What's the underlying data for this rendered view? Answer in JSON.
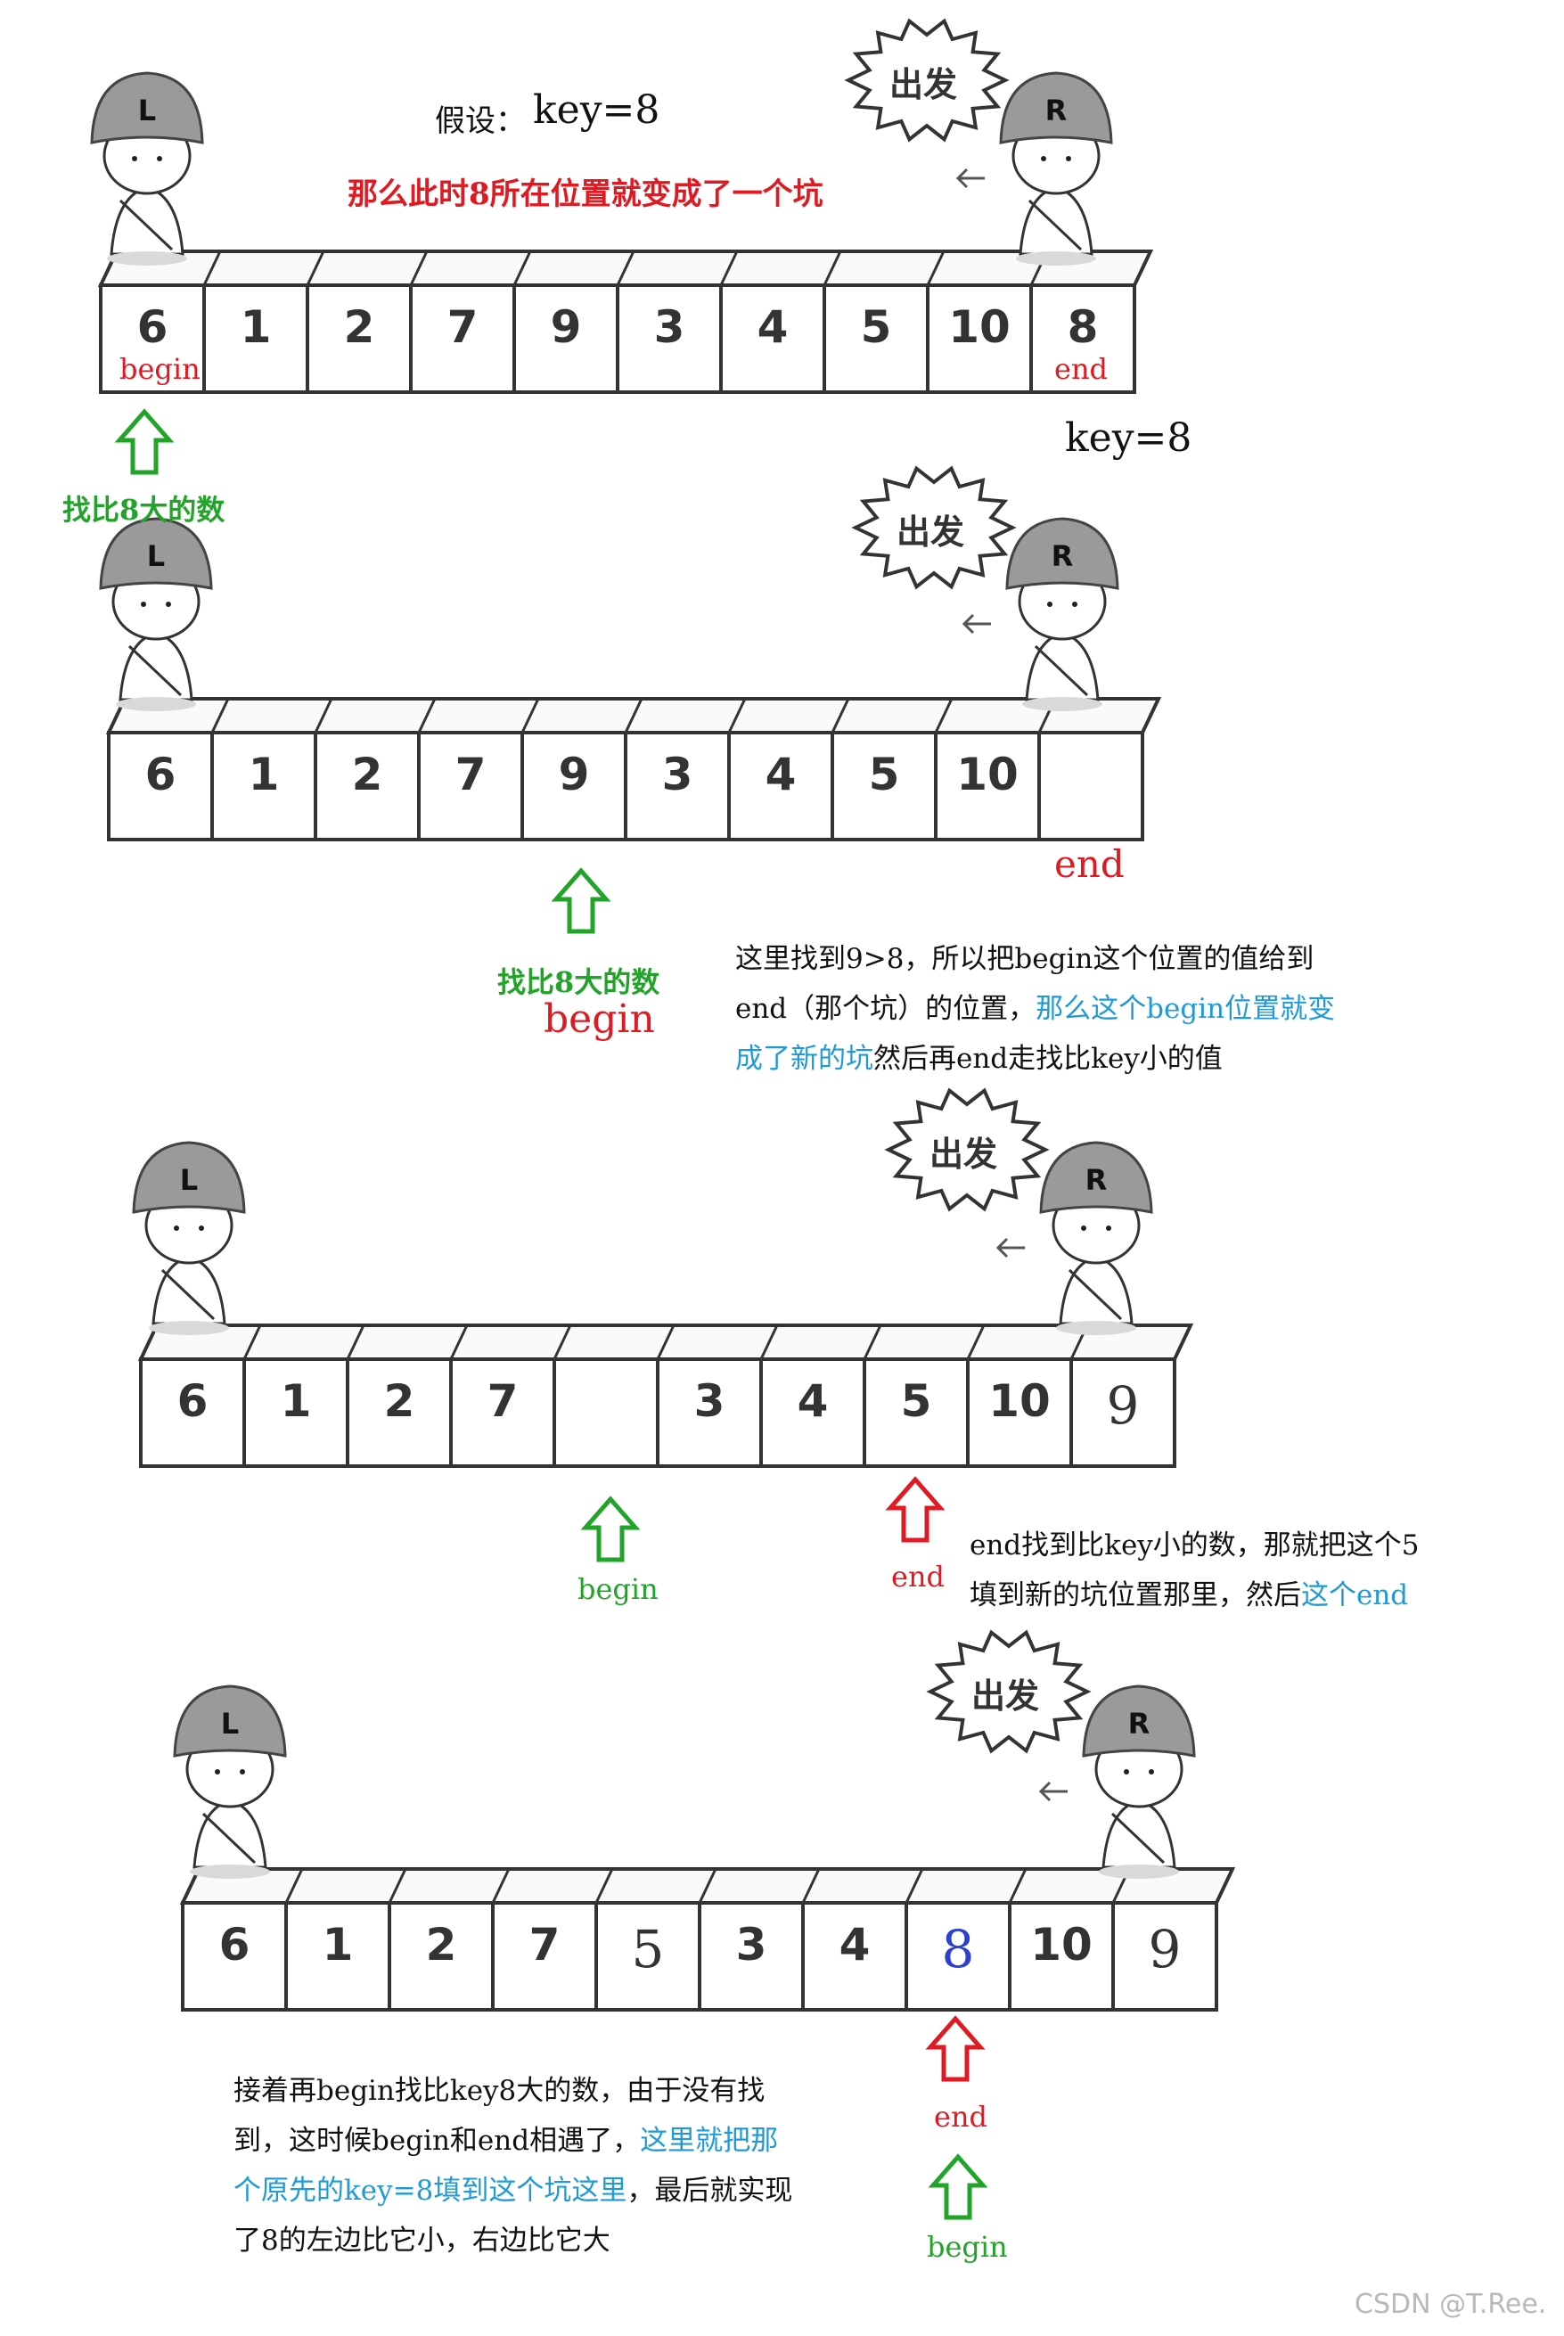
{
  "scenes": [
    {
      "cells": [
        "6",
        "1",
        "2",
        "7",
        "9",
        "3",
        "4",
        "5",
        "10",
        "8"
      ],
      "cell_colors": [
        "n",
        "n",
        "n",
        "n",
        "n",
        "n",
        "n",
        "n",
        "n",
        "n"
      ],
      "burst": "出发",
      "left_soldier": "L",
      "right_soldier": "R"
    },
    {
      "cells": [
        "6",
        "1",
        "2",
        "7",
        "9",
        "3",
        "4",
        "5",
        "10",
        ""
      ],
      "cell_colors": [
        "n",
        "n",
        "n",
        "n",
        "n",
        "n",
        "n",
        "n",
        "n",
        "n"
      ],
      "burst": "出发",
      "left_soldier": "L",
      "right_soldier": "R"
    },
    {
      "cells": [
        "6",
        "1",
        "2",
        "7",
        "",
        "3",
        "4",
        "5",
        "10",
        "9"
      ],
      "cell_colors": [
        "n",
        "n",
        "n",
        "n",
        "n",
        "n",
        "n",
        "n",
        "n",
        "r"
      ],
      "burst": "出发",
      "left_soldier": "L",
      "right_soldier": "R"
    },
    {
      "cells": [
        "6",
        "1",
        "2",
        "7",
        "5",
        "3",
        "4",
        "8",
        "10",
        "9"
      ],
      "cell_colors": [
        "n",
        "n",
        "n",
        "n",
        "r",
        "n",
        "n",
        "b",
        "n",
        "r"
      ],
      "burst": "出发",
      "left_soldier": "L",
      "right_soldier": "R"
    }
  ],
  "labels": {
    "assume": "假设：",
    "key_eq_1": "key=8",
    "pit_note": "那么此时8所在位置就变成了一个坑",
    "begin_1": "begin",
    "end_1": "end",
    "key_eq_2": "key=8",
    "find_bigger_1": "找比8大的数",
    "end_2": "end",
    "find_bigger_2": "找比8大的数",
    "begin_2": "begin",
    "begin_3": "begin",
    "end_3": "end",
    "end_4": "end",
    "begin_4": "begin"
  },
  "notes": {
    "note2": {
      "l1": "这里找到9>8，所以把begin这个位置的值给到",
      "l2": "end（那个坑）的位置，",
      "l2b": "那么这个begin位置就变",
      "l3a": "成了新的坑",
      "l3b": "然后再end走找比key小的值"
    },
    "note3": {
      "l1": "end找到比key小的数，那就把这个5",
      "l2a": "填到新的坑位置那里，然后",
      "l2b": "这个end"
    },
    "note4": {
      "l1": "接着再begin找比key8大的数，由于没有找",
      "l2a": "到，这时候begin和end相遇了，",
      "l2b": "这里就把那",
      "l3a": "个原先的key=8填到这个坑这里",
      "l3b": "，最后就实现",
      "l4": "了8的左边比它小，右边比它大"
    }
  },
  "watermark": "CSDN @T.Ree.",
  "colors": {
    "red": "#e01a22",
    "green": "#22a32a",
    "blue": "#1e9ad6",
    "dark_blue": "#2b3fd0",
    "outline": "#333333"
  }
}
